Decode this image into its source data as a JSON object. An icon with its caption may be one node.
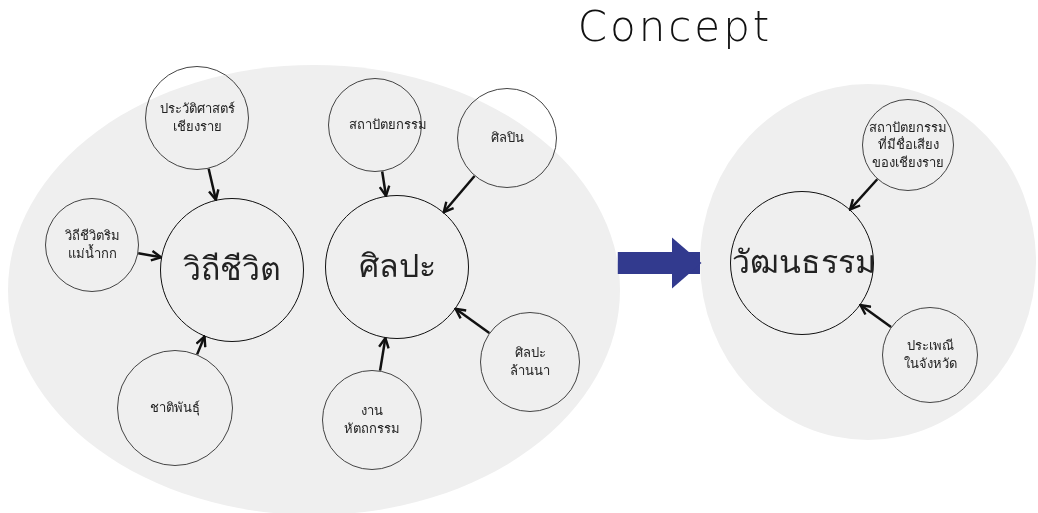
{
  "diagram": {
    "title": "Concept",
    "nodes": [
      {
        "text": [],
        "shape": "ellipse"
      },
      {
        "text": [
          "ประวัติศาสตร์เชียงราย"
        ],
        "in": 0
      },
      {
        "text": [
          "สถาปัตยกรรม"
        ],
        "in": 0
      },
      {
        "text": [
          "ศิลปิน"
        ],
        "in": 0
      },
      {
        "text": [
          "วิถีชีวิตริมแม่น้ำกก"
        ],
        "in": 0
      },
      {
        "text": [
          "วิถีชีวิต"
        ],
        "in": 0
      },
      {
        "text": [
          "ศิลปะ"
        ],
        "in": 0
      },
      {
        "text": [
          "ศิลปะล้านนา"
        ],
        "in": 0
      },
      {
        "text": [
          "ชาติพันธุ์"
        ],
        "in": 0
      },
      {
        "text": [
          "งานหัตถกรรม"
        ],
        "in": 0
      },
      {
        "text": [],
        "shape": "ellipse"
      },
      {
        "text": [
          "สถาปัตยกรรมที่มีชื่อเสียงของเชียงราย"
        ],
        "in": 10
      },
      {
        "text": [
          "วัฒนธรรม"
        ],
        "in": 10
      },
      {
        "text": [
          "ประเพณีในจังหวัด"
        ],
        "in": 10
      }
    ],
    "edges": [
      {
        "from": 1,
        "to": 5,
        "arrow": "to"
      },
      {
        "from": 4,
        "to": 5,
        "arrow": "to"
      },
      {
        "from": 8,
        "to": 5,
        "arrow": "to"
      },
      {
        "from": 2,
        "to": 6,
        "arrow": "to"
      },
      {
        "from": 3,
        "to": 6,
        "arrow": "to"
      },
      {
        "from": 7,
        "to": 6,
        "arrow": "to"
      },
      {
        "from": 9,
        "to": 6,
        "arrow": "to"
      },
      {
        "from": 0,
        "to": 10,
        "arrow": "to",
        "style": "thick",
        "color": "#323a8e"
      },
      {
        "from": 11,
        "to": 12,
        "arrow": "to"
      },
      {
        "from": 13,
        "to": 12,
        "arrow": "to"
      }
    ]
  }
}
